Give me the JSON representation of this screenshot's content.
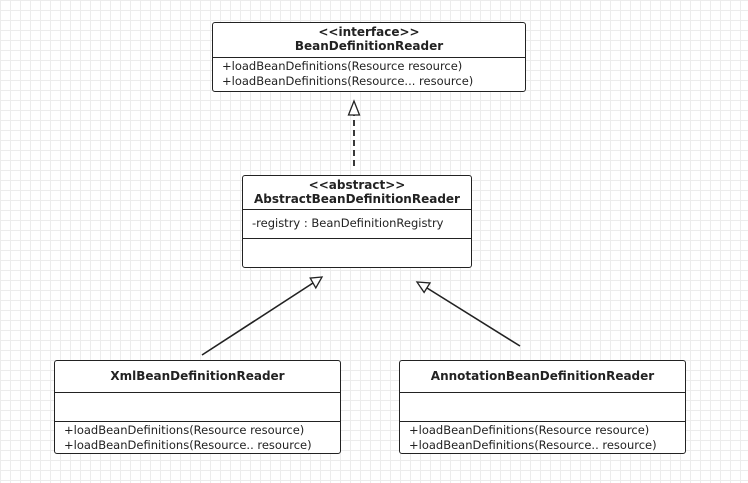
{
  "classes": {
    "reader_interface": {
      "stereotype": "<<interface>>",
      "name": "BeanDefinitionReader",
      "methods": [
        "+loadBeanDefinitions(Resource resource)",
        "+loadBeanDefinitions(Resource... resource)"
      ]
    },
    "abstract_reader": {
      "stereotype": "<<abstract>>",
      "name": "AbstractBeanDefinitionReader",
      "attributes": [
        "-registry : BeanDefinitionRegistry"
      ]
    },
    "xml_reader": {
      "name": "XmlBeanDefinitionReader",
      "methods": [
        "+loadBeanDefinitions(Resource resource)",
        "+loadBeanDefinitions(Resource.. resource)"
      ]
    },
    "annotation_reader": {
      "name": "AnnotationBeanDefinitionReader",
      "methods": [
        "+loadBeanDefinitions(Resource resource)",
        "+loadBeanDefinitions(Resource.. resource)"
      ]
    }
  },
  "relations": [
    {
      "from": "abstract_reader",
      "to": "reader_interface",
      "type": "realization"
    },
    {
      "from": "xml_reader",
      "to": "abstract_reader",
      "type": "generalization"
    },
    {
      "from": "annotation_reader",
      "to": "abstract_reader",
      "type": "generalization"
    }
  ]
}
